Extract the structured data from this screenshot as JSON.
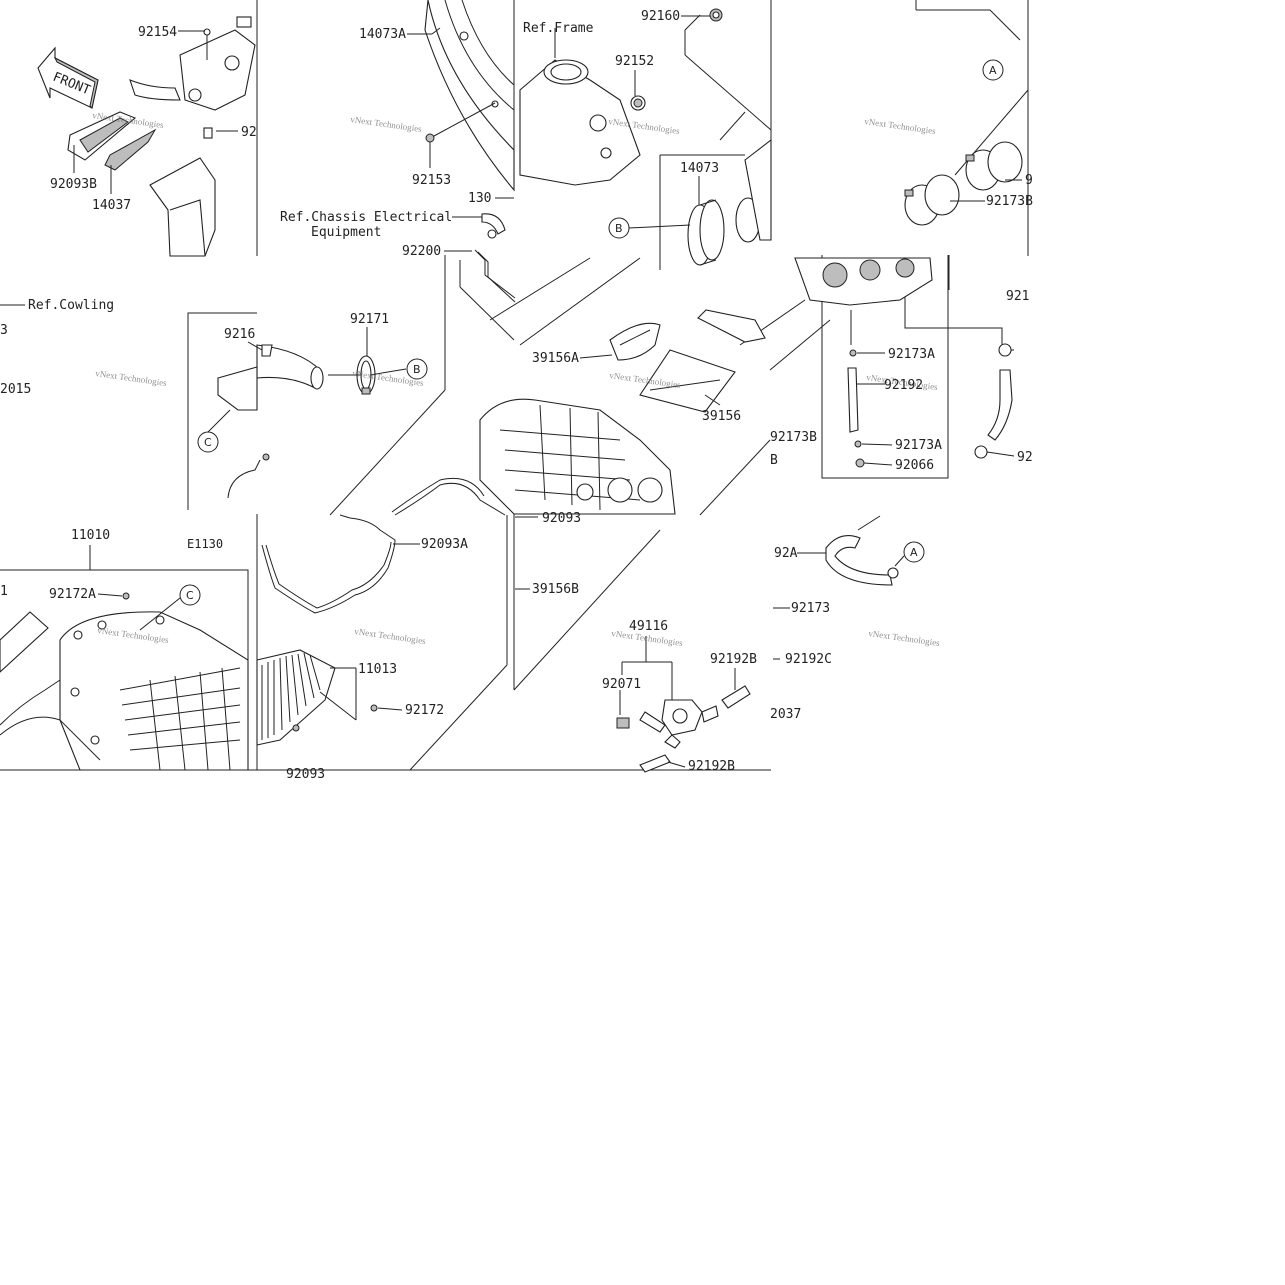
{
  "labels": {
    "l92154": "92154",
    "l92_top": "92",
    "l92093B": "92093B",
    "l14037": "14037",
    "lRefCowling": "Ref.Cowling",
    "l3": "3",
    "l2015": "2015",
    "l14073A": "14073A",
    "l92153": "92153",
    "l130": "130",
    "lRefChassis1": "Ref.Chassis Electrical",
    "lRefChassis2": "Equipment",
    "l92200": "92200",
    "lRefFrame": "Ref.Frame",
    "l92160": "92160",
    "l92152": "92152",
    "l14073": "14073",
    "l9216": "9216",
    "l92171": "92171",
    "l39156A": "39156A",
    "l39156": "39156",
    "l92173B_r": "92173B",
    "l921_r": "921",
    "l92173A_1": "92173A",
    "l92192": "92192",
    "l92173A_2": "92173A",
    "l92066": "92066",
    "l92173B": "92173B",
    "lB": "B",
    "l92_r": "92",
    "l11010": "11010",
    "lE1130": "E1130",
    "l92172A": "92172A",
    "l1_left": "1",
    "l92093A": "92093A",
    "l92093": "92093",
    "l39156B": "39156B",
    "l11013": "11013",
    "l92172": "92172",
    "l92003": "92093",
    "l92A": "92A",
    "l92173": "92173",
    "l49116": "49116",
    "l92071": "92071",
    "l92192B_1": "92192B",
    "l92192C": "92192C",
    "l2037": "2037",
    "l92192B_2": "92192B",
    "lFront": "FRONT",
    "lS9": "9"
  },
  "callouts": {
    "A": "A",
    "B": "B",
    "C": "C"
  },
  "watermark": "vNext Technologies",
  "colors": {
    "line": "#222222",
    "background": "#ffffff"
  }
}
